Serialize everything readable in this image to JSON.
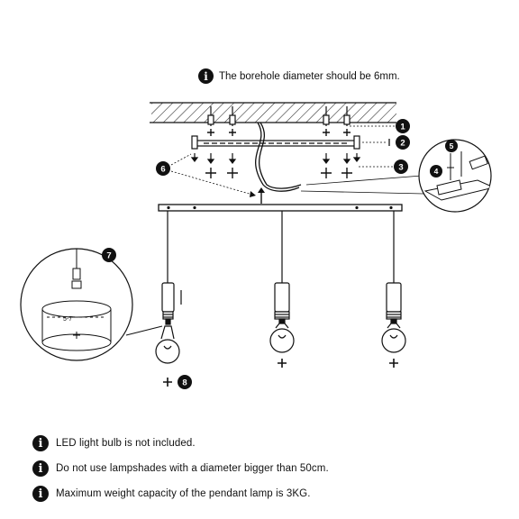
{
  "top_note": {
    "icon": "info-icon",
    "text": "The borehole diameter should be 6mm."
  },
  "callouts": {
    "c1": "1",
    "c2": "2",
    "c3": "3",
    "c4": "4",
    "c5": "5",
    "c6": "6",
    "c7": "7",
    "c8": "8"
  },
  "notes": [
    {
      "icon": "info-icon",
      "text": "LED light bulb is not included."
    },
    {
      "icon": "info-icon",
      "text": "Do not use lampshades with a diameter bigger than 50cm."
    },
    {
      "icon": "info-icon",
      "text": "Maximum weight capacity of the pendant lamp is 3KG."
    }
  ],
  "detail_label": "5-7\"",
  "colors": {
    "ink": "#111111",
    "hatch": "#333333",
    "background": "#ffffff"
  }
}
